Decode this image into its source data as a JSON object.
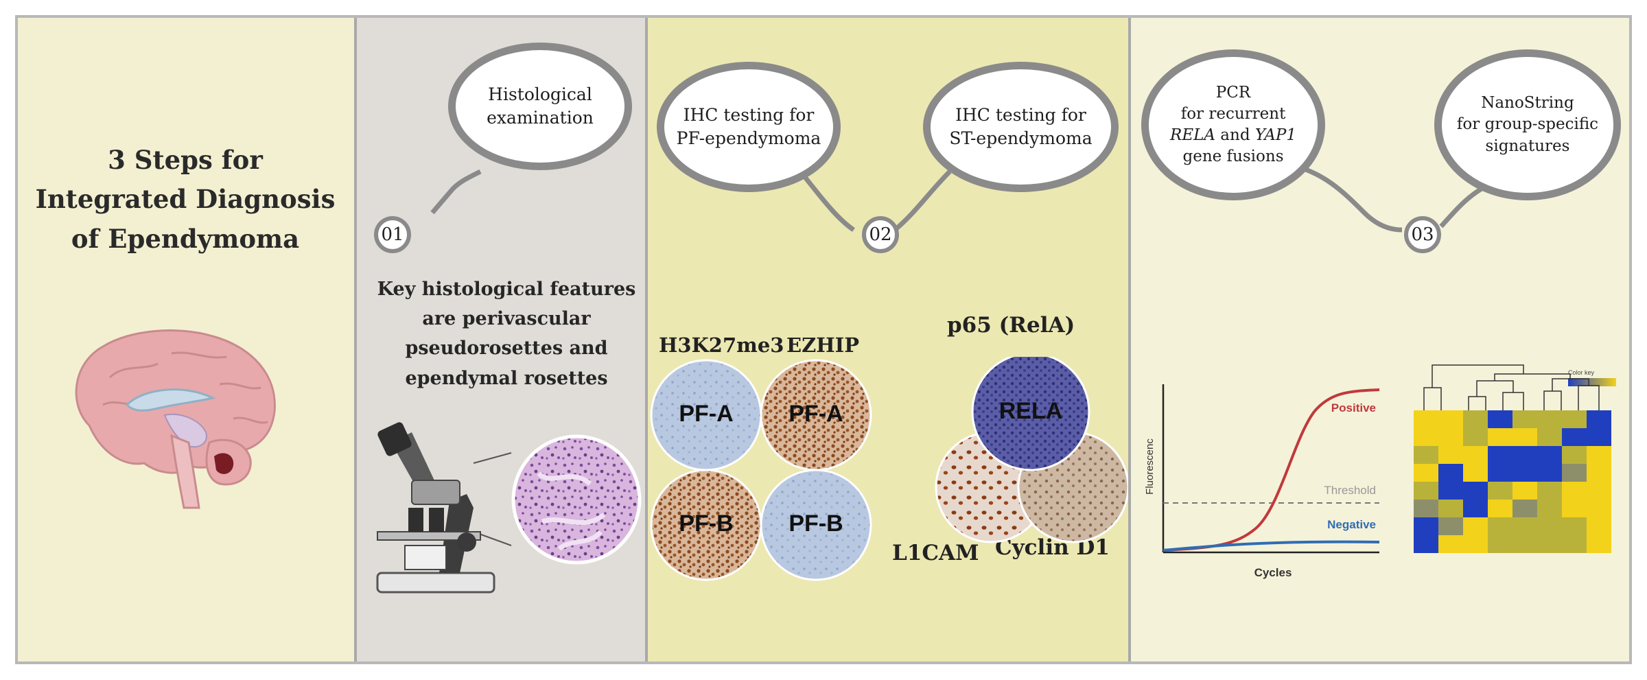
{
  "title": {
    "line1": "3 Steps for",
    "line2": "Integrated Diagnosis",
    "line3": "of  Ependymoma"
  },
  "step1": {
    "number": "01",
    "bubble_line1": "Histological",
    "bubble_line2": "examination",
    "features_line1": "Key histological features",
    "features_line2": "are perivascular",
    "features_line3": "pseudorosettes and",
    "features_line4": "ependymal rosettes"
  },
  "step2": {
    "number": "02",
    "bubble_pf_line1": "IHC testing for",
    "bubble_pf_line2": "PF-ependymoma",
    "bubble_st_line1": "IHC testing for",
    "bubble_st_line2": "ST-ependymoma",
    "label_h3k27me3": "H3K27me3",
    "label_ezhip": "EZHIP",
    "label_p65": "p65 (RelA)",
    "label_l1cam": "L1CAM",
    "label_cyclin": "Cyclin D1",
    "circle_pfa_1": "PF-A",
    "circle_pfa_2": "PF-A",
    "circle_pfb_1": "PF-B",
    "circle_pfb_2": "PF-B",
    "circle_rela": "RELA"
  },
  "step3": {
    "number": "03",
    "bubble_pcr_line1": "PCR",
    "bubble_pcr_line2": "for recurrent",
    "bubble_pcr_rela": "RELA",
    "bubble_pcr_and": " and ",
    "bubble_pcr_yap1": "YAP1",
    "bubble_pcr_line4": "gene fusions",
    "bubble_ns_line1": "NanoString",
    "bubble_ns_line2": "for group-specific",
    "bubble_ns_line3": "signatures",
    "pcr_positive": "Positive",
    "pcr_threshold": "Threshold",
    "pcr_negative": "Negative",
    "pcr_ylabel": "Fluorescenc",
    "pcr_xlabel": "Cycles",
    "heatmap_key": "Color key"
  },
  "colors": {
    "positive_curve": "#c0393b",
    "negative_curve": "#2f6db5",
    "threshold": "#777777",
    "heat_blue": "#1f3fbf",
    "heat_yellow": "#f2d21a",
    "heat_olive": "#b9b23a",
    "heat_gray": "#8d8f6a"
  }
}
